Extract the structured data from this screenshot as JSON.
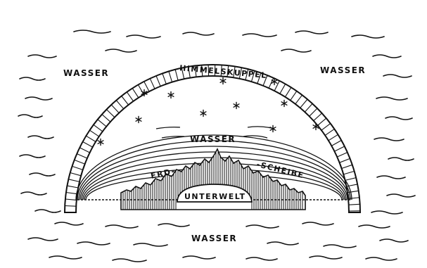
{
  "labels": {
    "water_top_left": "WASSER",
    "water_top_right": "WASSER",
    "sky_dome": "HIMMELSKUPPEL-",
    "water_arc": "WASSER",
    "earth_left": "ERD-",
    "earth_right": "-SCHEIBE",
    "underworld": "UNTERWELT",
    "water_bottom": "WASSER"
  },
  "colors": {
    "ink": "#111111",
    "background": "#ffffff"
  },
  "icons": {
    "star": "asterisk-star-icon"
  }
}
